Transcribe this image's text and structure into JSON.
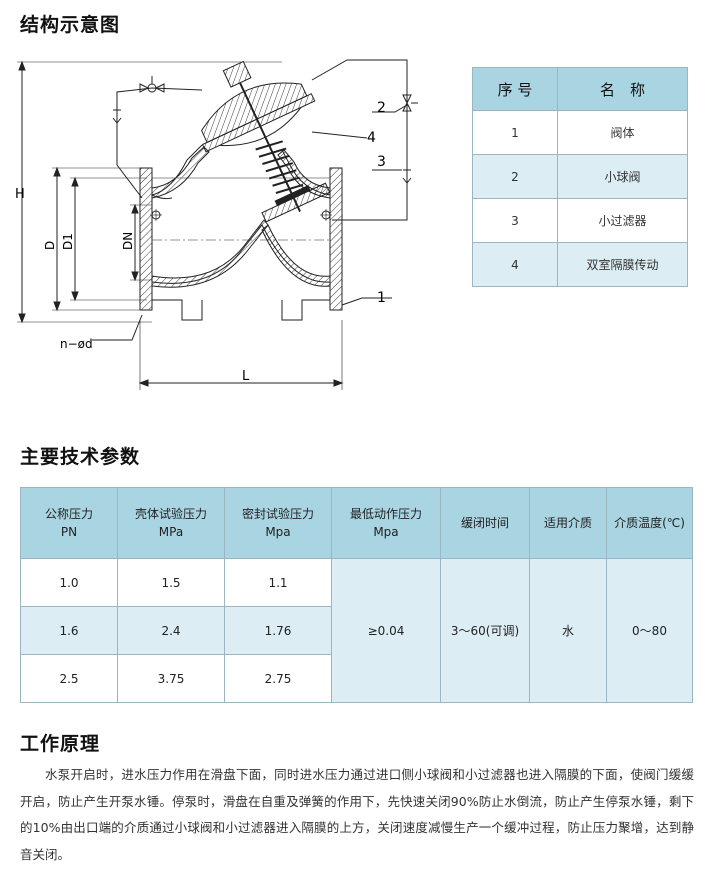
{
  "sections": {
    "structure_title": "结构示意图",
    "tech_title": "主要技术参数",
    "principle_title": "工作原理"
  },
  "diagram": {
    "labels": {
      "H": "H",
      "D": "D",
      "D1": "D1",
      "DN": "DN",
      "L": "L",
      "holes": "n−ød",
      "c1": "1",
      "c2": "2",
      "c3": "3",
      "c4": "4"
    }
  },
  "parts_table": {
    "headers": [
      "序 号",
      "名　称"
    ],
    "rows": [
      [
        "1",
        "阀体"
      ],
      [
        "2",
        "小球阀"
      ],
      [
        "3",
        "小过滤器"
      ],
      [
        "4",
        "双室隔膜传动"
      ]
    ]
  },
  "tech_table": {
    "headers": [
      [
        "公称压力",
        "PN"
      ],
      [
        "壳体试验压力",
        "MPa"
      ],
      [
        "密封试验压力",
        "Mpa"
      ],
      [
        "最低动作压力",
        "Mpa"
      ],
      [
        "缓闭时间",
        ""
      ],
      [
        "适用介质",
        ""
      ],
      [
        "介质温度(℃)",
        ""
      ]
    ],
    "rows": [
      [
        "1.0",
        "1.5",
        "1.1"
      ],
      [
        "1.6",
        "2.4",
        "1.76"
      ],
      [
        "2.5",
        "3.75",
        "2.75"
      ]
    ],
    "merged": {
      "min_pressure": "≥0.04",
      "close_time": "3～60(可调)",
      "medium": "水",
      "temperature": "0～80"
    }
  },
  "principle_text": "水泵开启时，进水压力作用在滑盘下面，同时进水压力通过进口侧小球阀和小过滤器也进入隔膜的下面，使阀门缓缓开启，防止产生开泵水锤。停泵时，滑盘在自重及弹簧的作用下，先快速关闭90%防止水倒流，防止产生停泵水锤，剩下的10%由出口端的介质通过小球阀和小过滤器进入隔膜的上方，关闭速度减慢生产一个缓冲过程，防止压力聚增，达到静音关闭。"
}
